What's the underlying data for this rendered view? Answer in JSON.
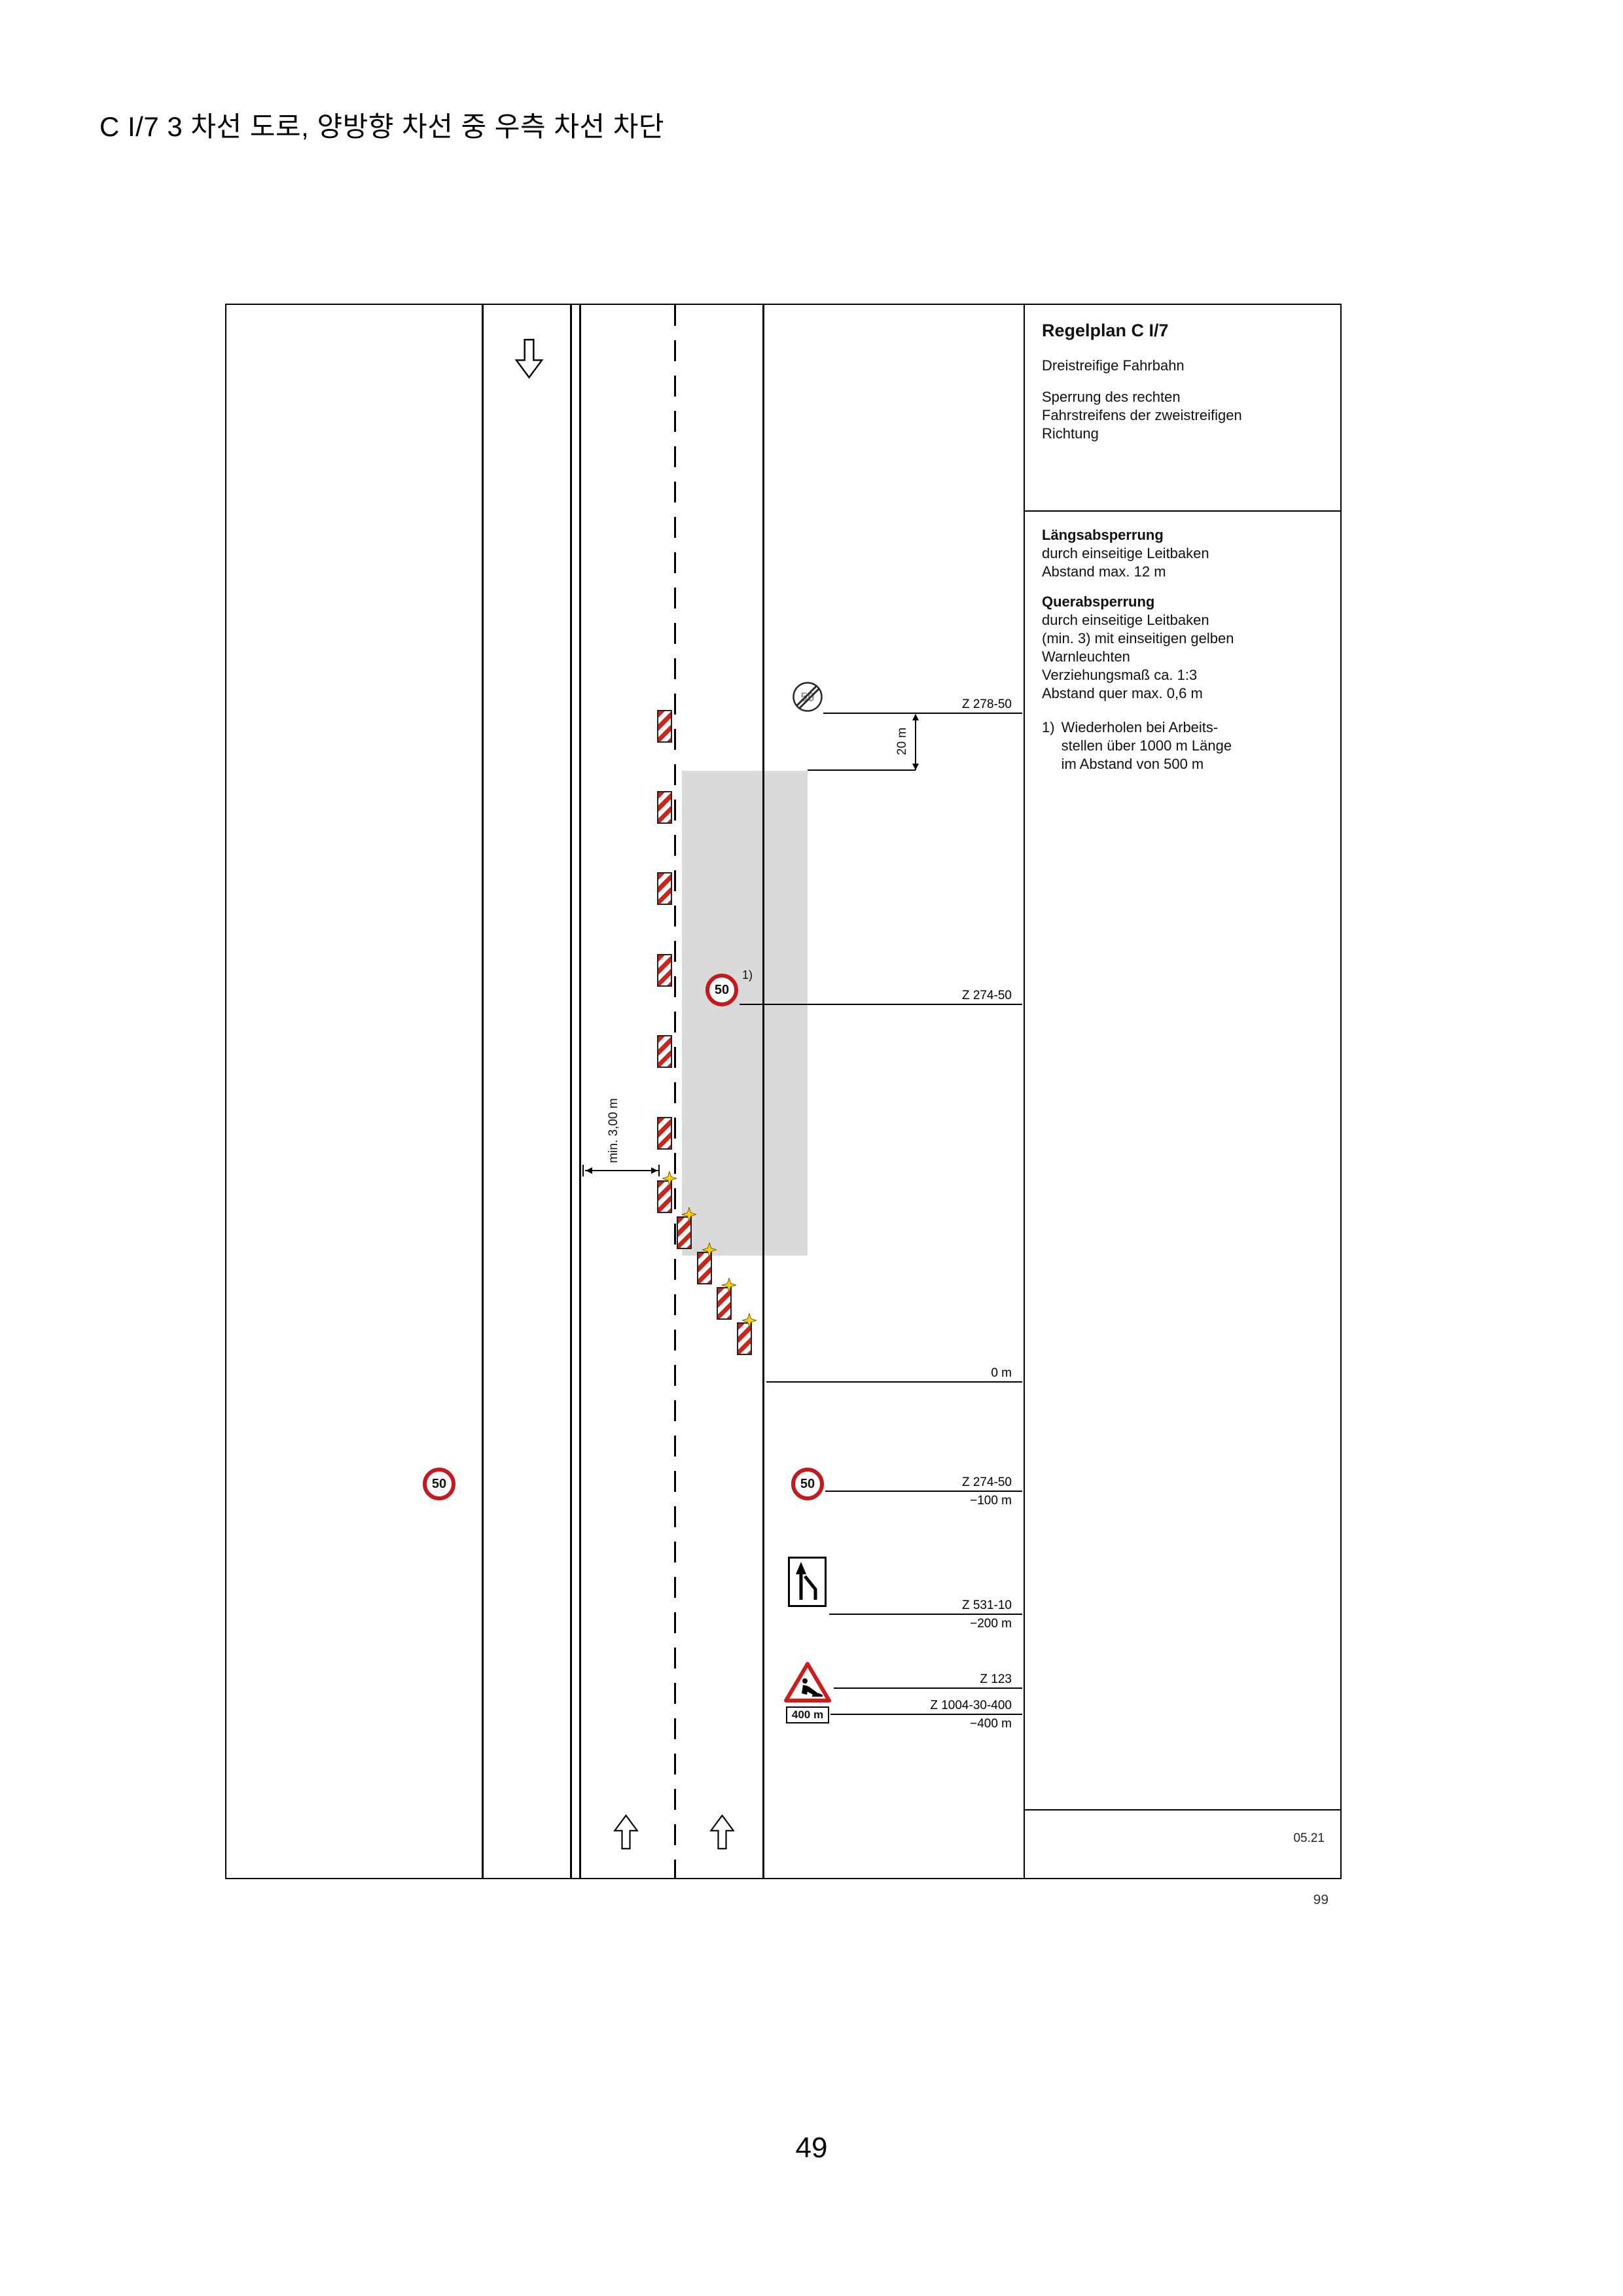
{
  "page": {
    "title": "C I/7 3 차선 도로, 양방향 차선 중 우측 차선 차단",
    "page_number": "49",
    "figure_number": "99"
  },
  "panel": {
    "title": "Regelplan C I/7",
    "road_type": "Dreistreifige Fahrbahn",
    "description": "Sperrung des rechten\nFahrstreifens der zweistreifigen\nRichtung",
    "laengs_title": "Längsabsperrung",
    "laengs_body": "durch einseitige Leitbaken\nAbstand max. 12 m",
    "quer_title": "Querabsperrung",
    "quer_body": "durch einseitige Leitbaken\n(min. 3) mit einseitigen gelben\nWarnleuchten\nVerziehungsmaß ca. 1:3\nAbstand quer max. 0,6 m",
    "footnote_marker": "1)",
    "footnote_text": "Wiederholen bei Arbeits-\nstellen über 1000 m Länge\nim Abstand von 500 m",
    "version": "05.21"
  },
  "diagram": {
    "speed_value": "50",
    "end_sign_value": "50",
    "footnote_ref": "1)",
    "labels": {
      "z278": "Z 278-50",
      "dim_20m": "20 m",
      "z274_first": "Z 274-50",
      "min_width": "min. 3,00 m",
      "zero": "0 m",
      "z274_second": "Z 274-50",
      "minus_100": "−100 m",
      "z531": "Z 531-10",
      "minus_200": "−200 m",
      "z123": "Z 123",
      "plate_400": "400 m",
      "z1004": "Z 1004-30-400",
      "minus_400": "−400 m"
    }
  }
}
